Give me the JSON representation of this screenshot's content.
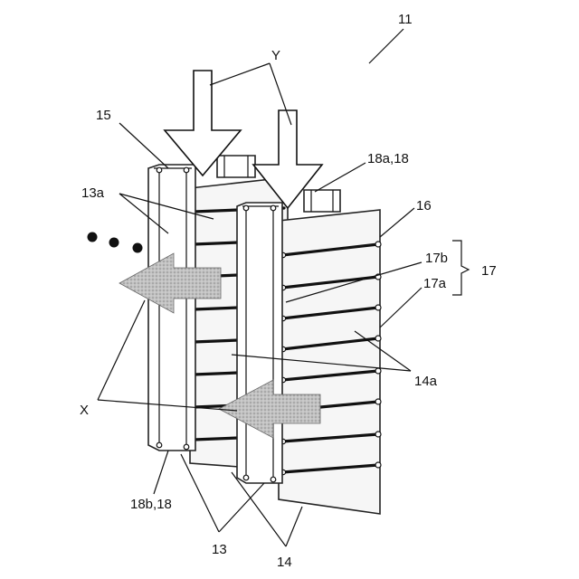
{
  "labels": {
    "l11": "11",
    "lY": "Y",
    "l15": "15",
    "l18a": "18a,18",
    "l13a": "13a",
    "l16": "16",
    "l17b": "17b",
    "l17": "17",
    "l17a": "17a",
    "l14a": "14a",
    "lX": "X",
    "l18b": "18b,18",
    "l13": "13",
    "l14": "14"
  },
  "colors": {
    "line": "#111111",
    "tube_fill": "#ffffff",
    "fin_plate_fill": "#f6f6f6",
    "flow_arrow_fill": "#b8b8b8"
  },
  "icons": {
    "ellipsis": "three-dots-icon",
    "air_flow": "flow-arrow-icon",
    "refrigerant_flow": "down-arrow-icon"
  }
}
